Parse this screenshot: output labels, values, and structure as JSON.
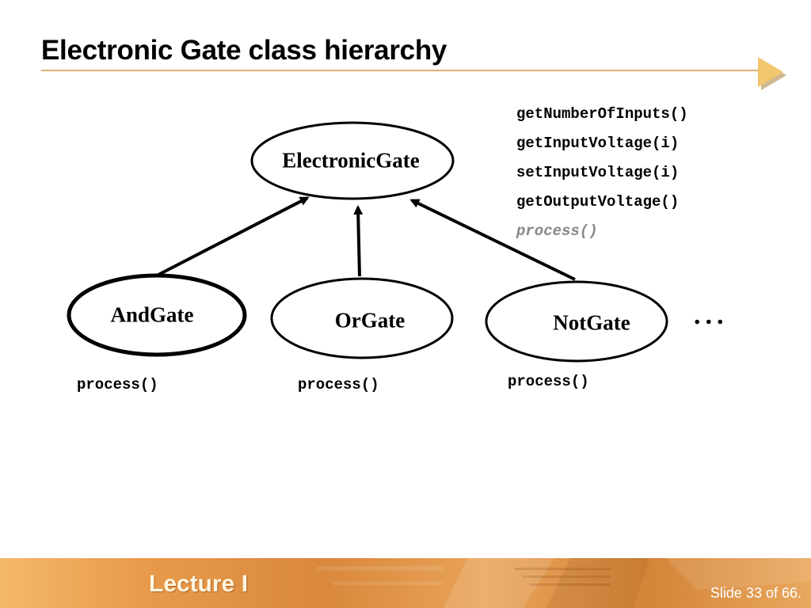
{
  "slide": {
    "title": "Electronic Gate class hierarchy"
  },
  "diagram": {
    "root": {
      "label": "ElectronicGate",
      "methods": [
        "getNumberOfInputs()",
        "getInputVoltage(i)",
        "setInputVoltage(i)",
        "getOutputVoltage()",
        "process()"
      ],
      "abstract_method": "process()"
    },
    "children": [
      {
        "label": "AndGate",
        "method": "process()"
      },
      {
        "label": "OrGate",
        "method": "process()"
      },
      {
        "label": "NotGate",
        "method": "process()"
      }
    ],
    "more_indicator": "..."
  },
  "footer": {
    "lecture": "Lecture I",
    "slide_counter": "Slide 33 of 66."
  },
  "colors": {
    "title_rule": "#e0b070",
    "footer_bar": "#e89a4a",
    "abstract_method": "#888888"
  }
}
